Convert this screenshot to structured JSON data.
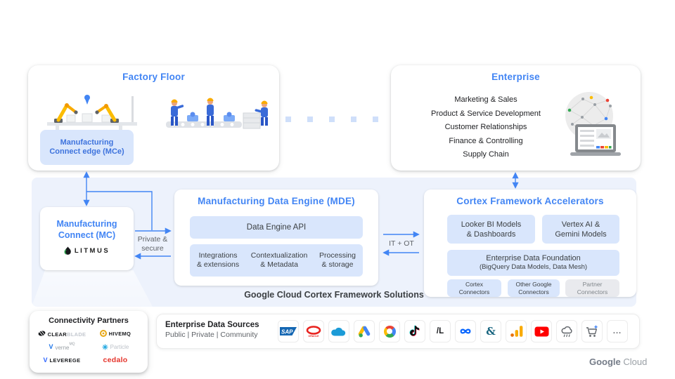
{
  "colors": {
    "accent": "#4285f4",
    "pill": "#d9e6fc",
    "container": "#edf2fc",
    "partner_gray": "#e9eaee"
  },
  "factory": {
    "title": "Factory Floor",
    "mce_label": "Manufacturing Connect edge (MCe)"
  },
  "enterprise": {
    "title": "Enterprise",
    "functions": [
      "Marketing & Sales",
      "Product & Service Development",
      "Customer Relationships",
      "Finance & Controlling",
      "Supply Chain"
    ]
  },
  "mc": {
    "line1": "Manufacturing",
    "line2": "Connect (MC)",
    "vendor": "LITMUS"
  },
  "flow": {
    "private_secure_1": "Private &",
    "private_secure_2": "secure",
    "it_ot": "IT + OT"
  },
  "mde": {
    "title": "Manufacturing Data Engine (MDE)",
    "api_pill": "Data Engine API",
    "capabilities": [
      {
        "line1": "Integrations",
        "line2": "& extensions"
      },
      {
        "line1": "Contextualization",
        "line2": "& Metadata"
      },
      {
        "line1": "Processing",
        "line2": "& storage"
      }
    ]
  },
  "cortex": {
    "title": "Cortex Framework Accelerators",
    "looker": {
      "line1": "Looker BI Models",
      "line2": "& Dashboards"
    },
    "vertex": {
      "line1": "Vertex AI &",
      "line2": "Gemini Models"
    },
    "edf": {
      "line1": "Enterprise Data Foundation",
      "line2": "(BigQuery Data Models, Data Mesh)"
    },
    "connectors": [
      {
        "line1": "Cortex",
        "line2": "Connectors"
      },
      {
        "line1": "Other Google",
        "line2": "Connectors"
      },
      {
        "line1": "Partner",
        "line2": "Connectors"
      }
    ]
  },
  "caption": "Google Cloud Cortex Framework Solutions",
  "partners": {
    "title": "Connectivity Partners",
    "clearblade": {
      "part1": "CLEAR",
      "part2": "BLADE"
    },
    "hivemq": {
      "label": "HIVEMQ"
    },
    "vernemq": {
      "label": "verne",
      "sup": "MQ"
    },
    "particle": {
      "label": "Particle"
    },
    "leverege": {
      "v": "V",
      "label": "LEVEREGE"
    },
    "cedalo": {
      "label": "cedalo"
    },
    "verne_v": "V"
  },
  "sources": {
    "title": "Enterprise Data Sources",
    "subtitle": "Public | Private | Community",
    "icons": [
      "SAP",
      "Oracle",
      "Salesforce",
      "Google Ads",
      "Google",
      "TikTok",
      "LiveRamp",
      "Meta",
      "Dun & Bradstreet",
      "Google Analytics",
      "YouTube",
      "Weather",
      "Commerce",
      "More"
    ],
    "liveramp_label": "/L",
    "dnb_label": "&",
    "more_label": "..."
  },
  "footer": {
    "brand_1": "Google",
    "brand_2": "Cloud"
  }
}
